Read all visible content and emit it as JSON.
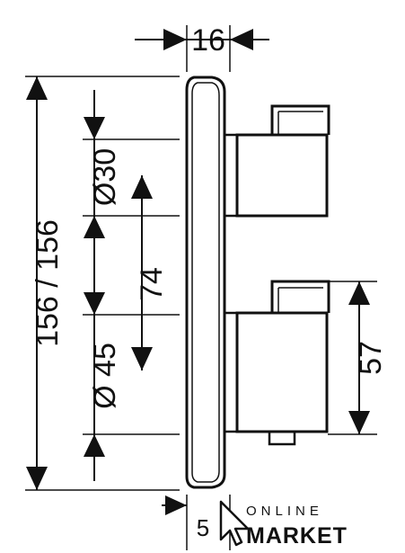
{
  "dimensions": {
    "depth": "16",
    "height": "156 / 156",
    "diameter_small": "Ø30",
    "spacing": "74",
    "diameter_large": "Ø 45",
    "lower_height": "57",
    "bottom_partial": "5"
  },
  "logo": {
    "line1": "ONLINE",
    "line2": "MARKET"
  },
  "colors": {
    "line": "#111111",
    "background": "#ffffff"
  }
}
